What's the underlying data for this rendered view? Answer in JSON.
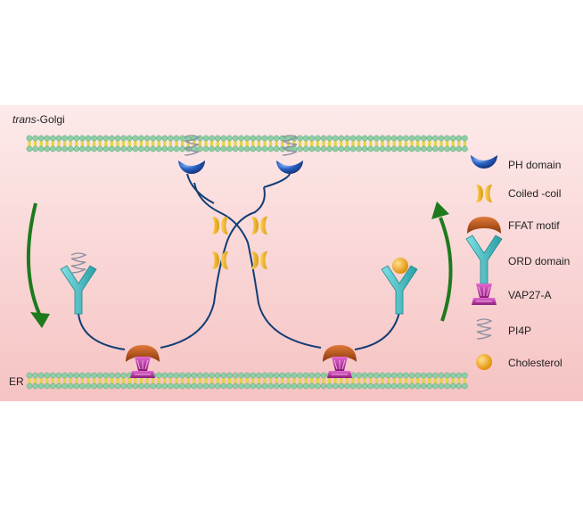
{
  "compartments": {
    "golgi": {
      "prefix": "trans",
      "suffix": "-Golgi"
    },
    "er": "ER"
  },
  "legend": [
    {
      "key": "ph",
      "label": "PH domain"
    },
    {
      "key": "coil",
      "label": "Coiled -coil"
    },
    {
      "key": "ffat",
      "label": "FFAT motif"
    },
    {
      "key": "ord",
      "label": "ORD domain"
    },
    {
      "key": "vap",
      "label": "VAP27-A"
    },
    {
      "key": "pi4p",
      "label": "PI4P"
    },
    {
      "key": "chol",
      "label": "Cholesterol"
    }
  ],
  "colors": {
    "background_top": "#fde8e8",
    "background_bottom": "#f7c6c6",
    "membrane_head": "#8fcfa6",
    "membrane_core": "#e2d64a",
    "ph_domain": "#1f4fa8",
    "coiled_coil": "#e8b420",
    "ffat_motif": "#b04a10",
    "ord_domain": "#3bbdc3",
    "vap27a": "#c02fa8",
    "pi4p": "#9aa0b0",
    "cholesterol": "#f0a818",
    "linker": "#123e75",
    "arrow": "#1e7a1e"
  },
  "icons": [
    "ph-domain-icon",
    "coiled-coil-icon",
    "ffat-motif-icon",
    "ord-domain-icon",
    "vap27a-icon",
    "pi4p-icon",
    "cholesterol-icon",
    "transport-arrow-icon"
  ]
}
